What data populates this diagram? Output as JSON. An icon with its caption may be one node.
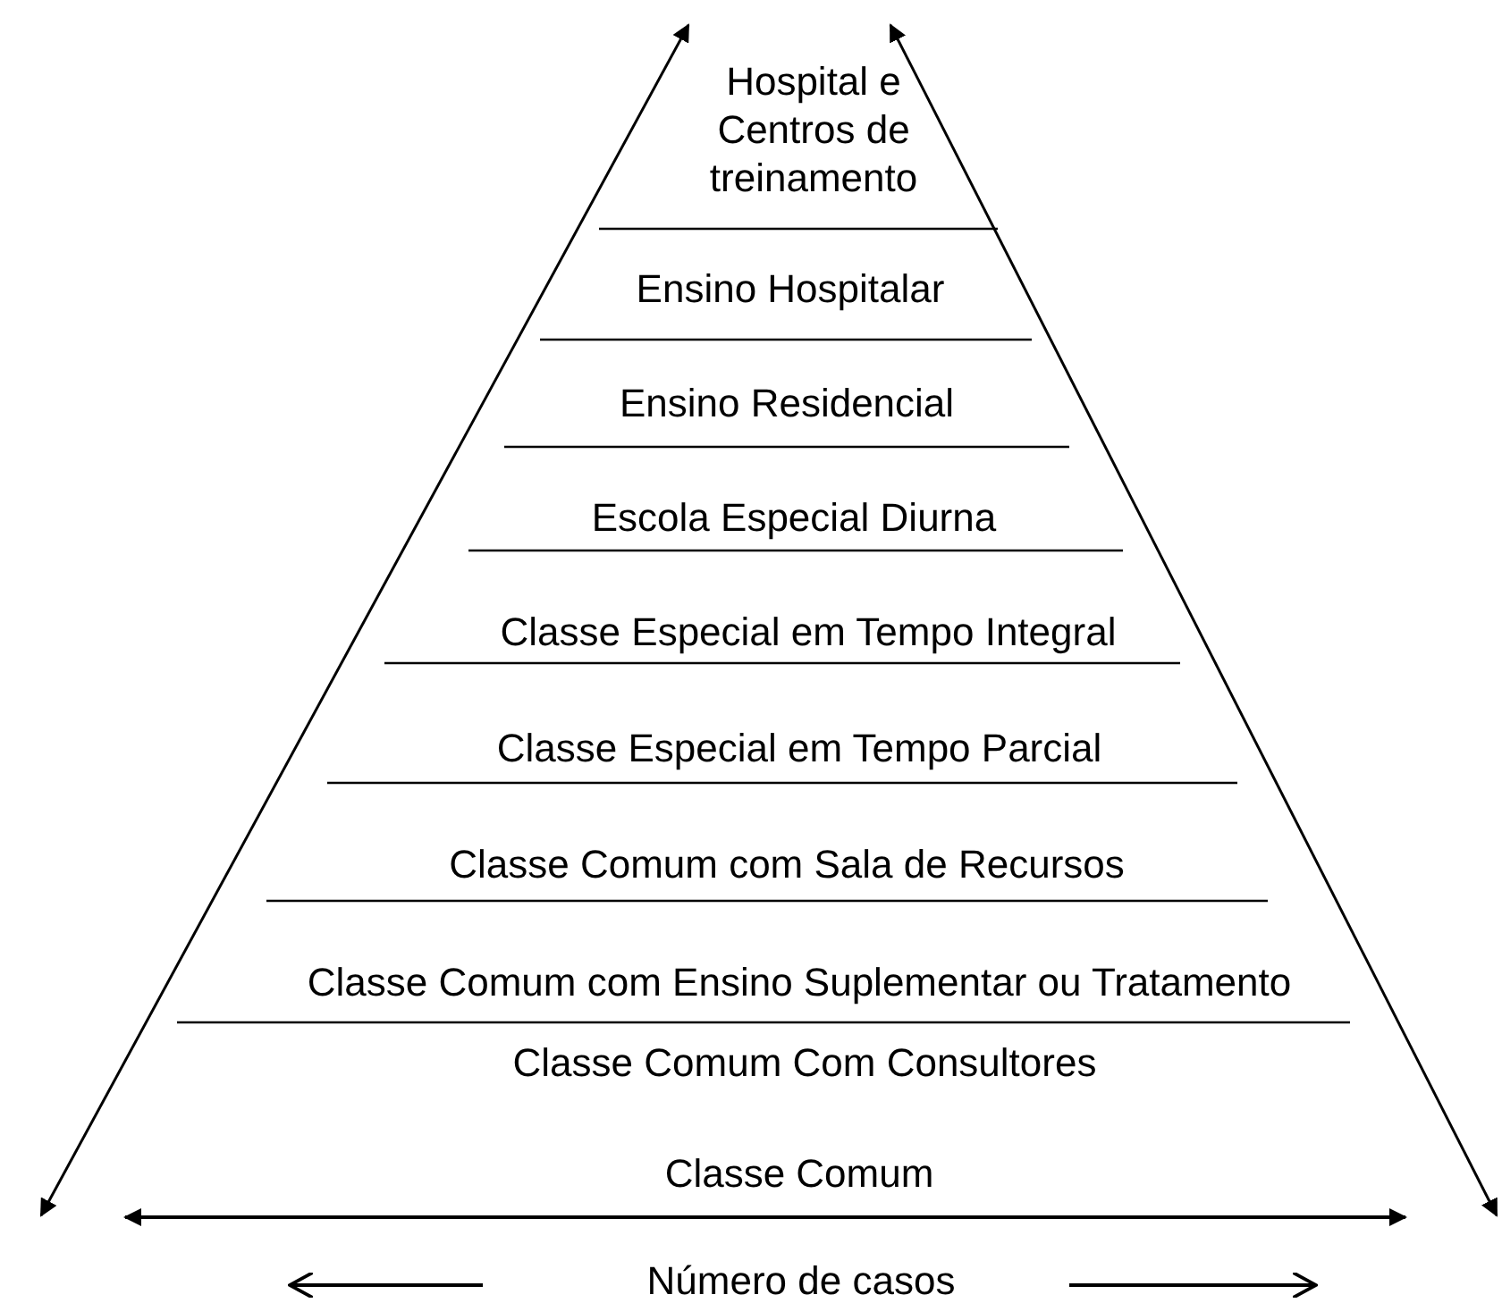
{
  "diagram": {
    "labels": [
      "Hospital e Centros de treinamento",
      "Ensino Hospitalar",
      "Ensino Residencial",
      "Escola Especial Diurna",
      "Classe Especial em Tempo Integral",
      "Classe Especial em Tempo Parcial",
      "Classe Comum com Sala de Recursos",
      "Classe Comum com Ensino Suplementar ou Tratamento",
      "Classe Comum Com Consultores",
      "Classe Comum",
      "Número de casos"
    ]
  }
}
